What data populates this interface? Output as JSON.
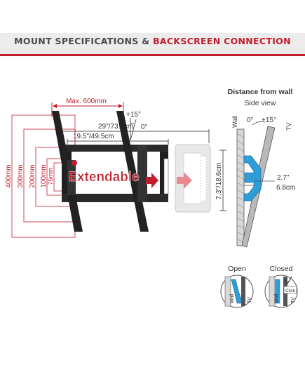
{
  "header": {
    "title_part1": "MOUNT SPECIFICATIONS & ",
    "title_part2": "BACKSCREEN CONNECTION"
  },
  "diagram": {
    "max_width": "Max. 600mm",
    "tilt_up": "+15°",
    "tilt_zero": "0°",
    "width_outer": "29\"/73.9cm",
    "width_inner": "19.5\"/49.5cm",
    "height_label": "7.3\"/18.6cm",
    "extendable": "Extendable",
    "vertical_labels": [
      "400mm",
      "300mm",
      "200mm",
      "100mm",
      "75mm"
    ]
  },
  "side_view": {
    "title": "Distance from wall",
    "subtitle": "Side view",
    "angle_zero": "0°",
    "angle_tilt": "+15°",
    "wall_label": "Wall",
    "tv_label": "TV",
    "distance_in": "2.7\"",
    "distance_cm": "6.8cm"
  },
  "lock": {
    "open_label": "Open",
    "closed_label": "Closed",
    "wall_label": "Wall",
    "tv_label": "TV",
    "click_label": "Click"
  },
  "colors": {
    "accent": "#c01e2e",
    "bracket_blue": "#2f9ed8",
    "mount": "#1f1f1f"
  }
}
